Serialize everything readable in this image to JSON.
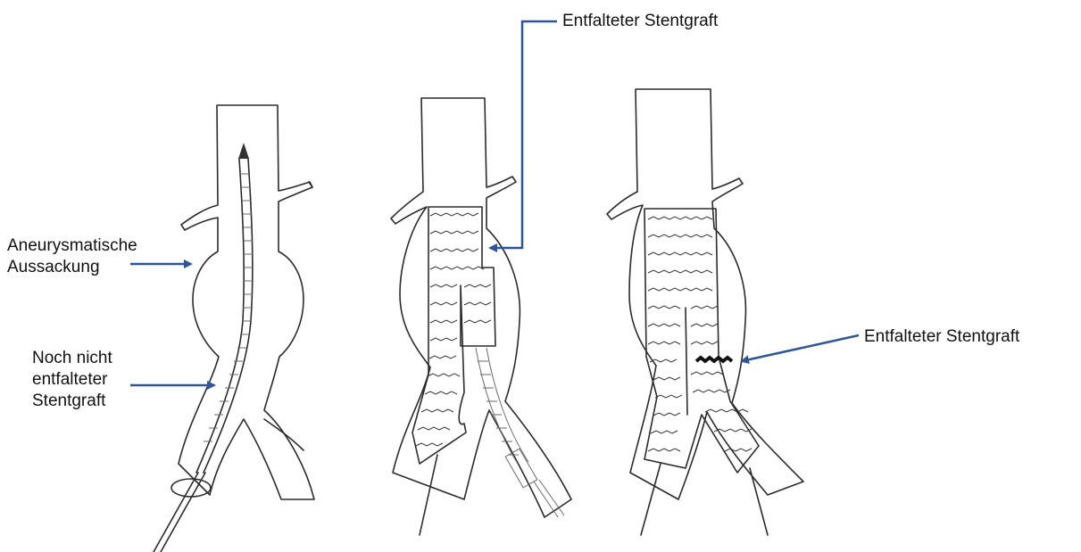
{
  "colors": {
    "arrow": "#2f5597",
    "ink": "#2b2b2b",
    "hatch": "#b8b8b8",
    "background": "#ffffff"
  },
  "labels": {
    "aneurysm": [
      "Aneurysmatische",
      "Aussackung"
    ],
    "undeployed": [
      "Noch nicht",
      "entfalteter",
      "Stentgraft"
    ],
    "deployed_top": "Entfalteter Stentgraft",
    "deployed_right": "Entfalteter Stentgraft"
  }
}
